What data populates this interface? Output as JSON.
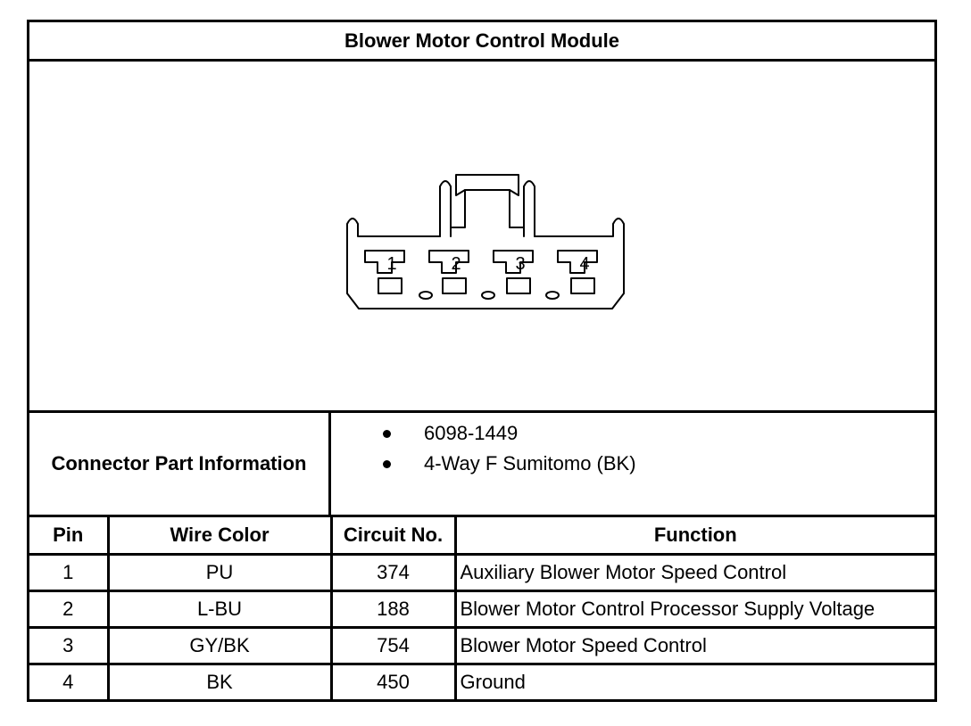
{
  "title": "Blower Motor Control Module",
  "connector_image": {
    "pin_labels": [
      "1",
      "2",
      "3",
      "4"
    ]
  },
  "connector_info": {
    "label": "Connector Part Information",
    "items": [
      "6098-1449",
      "4-Way F Sumitomo (BK)"
    ]
  },
  "pin_table": {
    "headers": {
      "pin": "Pin",
      "wire_color": "Wire Color",
      "circuit": "Circuit No.",
      "function": "Function"
    },
    "rows": [
      {
        "pin": "1",
        "wire_color": "PU",
        "circuit": "374",
        "function": "Auxiliary Blower Motor Speed Control"
      },
      {
        "pin": "2",
        "wire_color": "L-BU",
        "circuit": "188",
        "function": "Blower Motor Control Processor Supply Voltage"
      },
      {
        "pin": "3",
        "wire_color": "GY/BK",
        "circuit": "754",
        "function": "Blower Motor Speed Control"
      },
      {
        "pin": "4",
        "wire_color": "BK",
        "circuit": "450",
        "function": "Ground"
      }
    ]
  }
}
